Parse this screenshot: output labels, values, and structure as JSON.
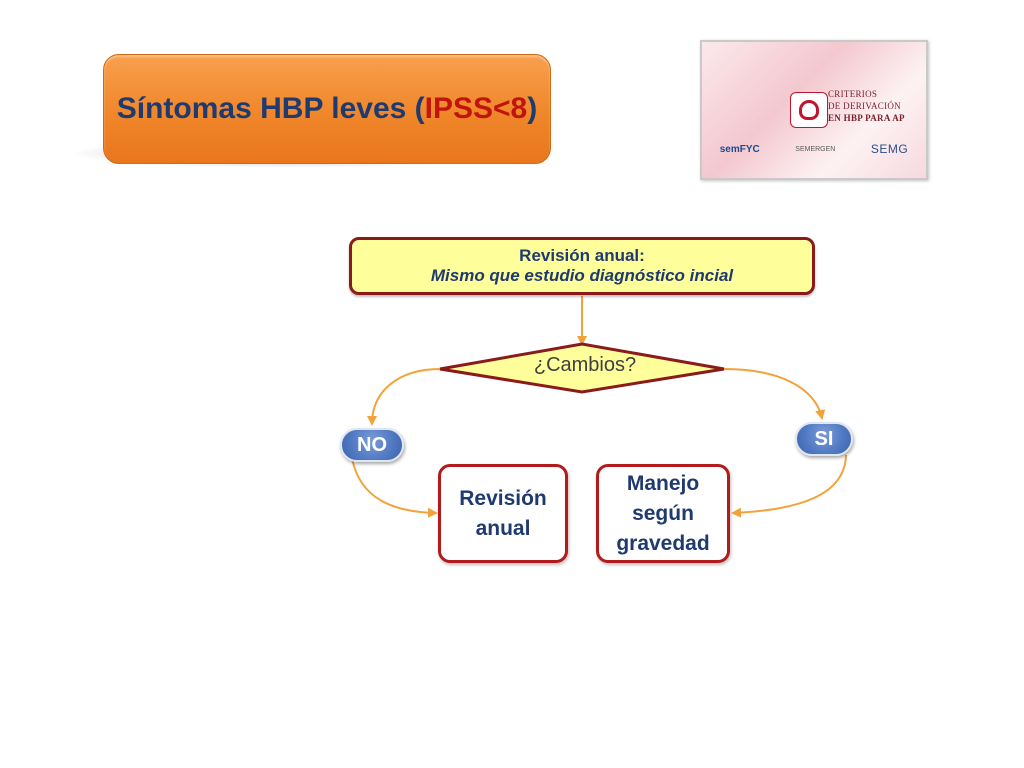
{
  "title": {
    "prefix": "Síntomas HBP leves (",
    "highlight": "IPSS<8",
    "suffix": ")"
  },
  "logo": {
    "lines": [
      "CRITERIOS",
      "DE DERIVACIÓN",
      "EN HBP PARA AP"
    ],
    "partners": [
      "semFYC",
      "SEMERGEN",
      "SEMG"
    ]
  },
  "flow": {
    "review_title": "Revisión anual:",
    "review_subtitle": "Mismo que estudio diagnóstico incial",
    "decision": "¿Cambios?",
    "no_label": "NO",
    "yes_label": "SI",
    "no_outcome": [
      "Revisión",
      "anual"
    ],
    "yes_outcome": [
      "Manejo",
      "según",
      "gravedad"
    ]
  },
  "colors": {
    "banner": "#f0862a",
    "title_text": "#1f3a6e",
    "title_highlight": "#c0150c",
    "box_fill": "#fefe9a",
    "box_border": "#8b1a1a",
    "arrow": "#f2a23a",
    "badge": "#4f78c2",
    "outcome_border": "#b31b1b"
  }
}
